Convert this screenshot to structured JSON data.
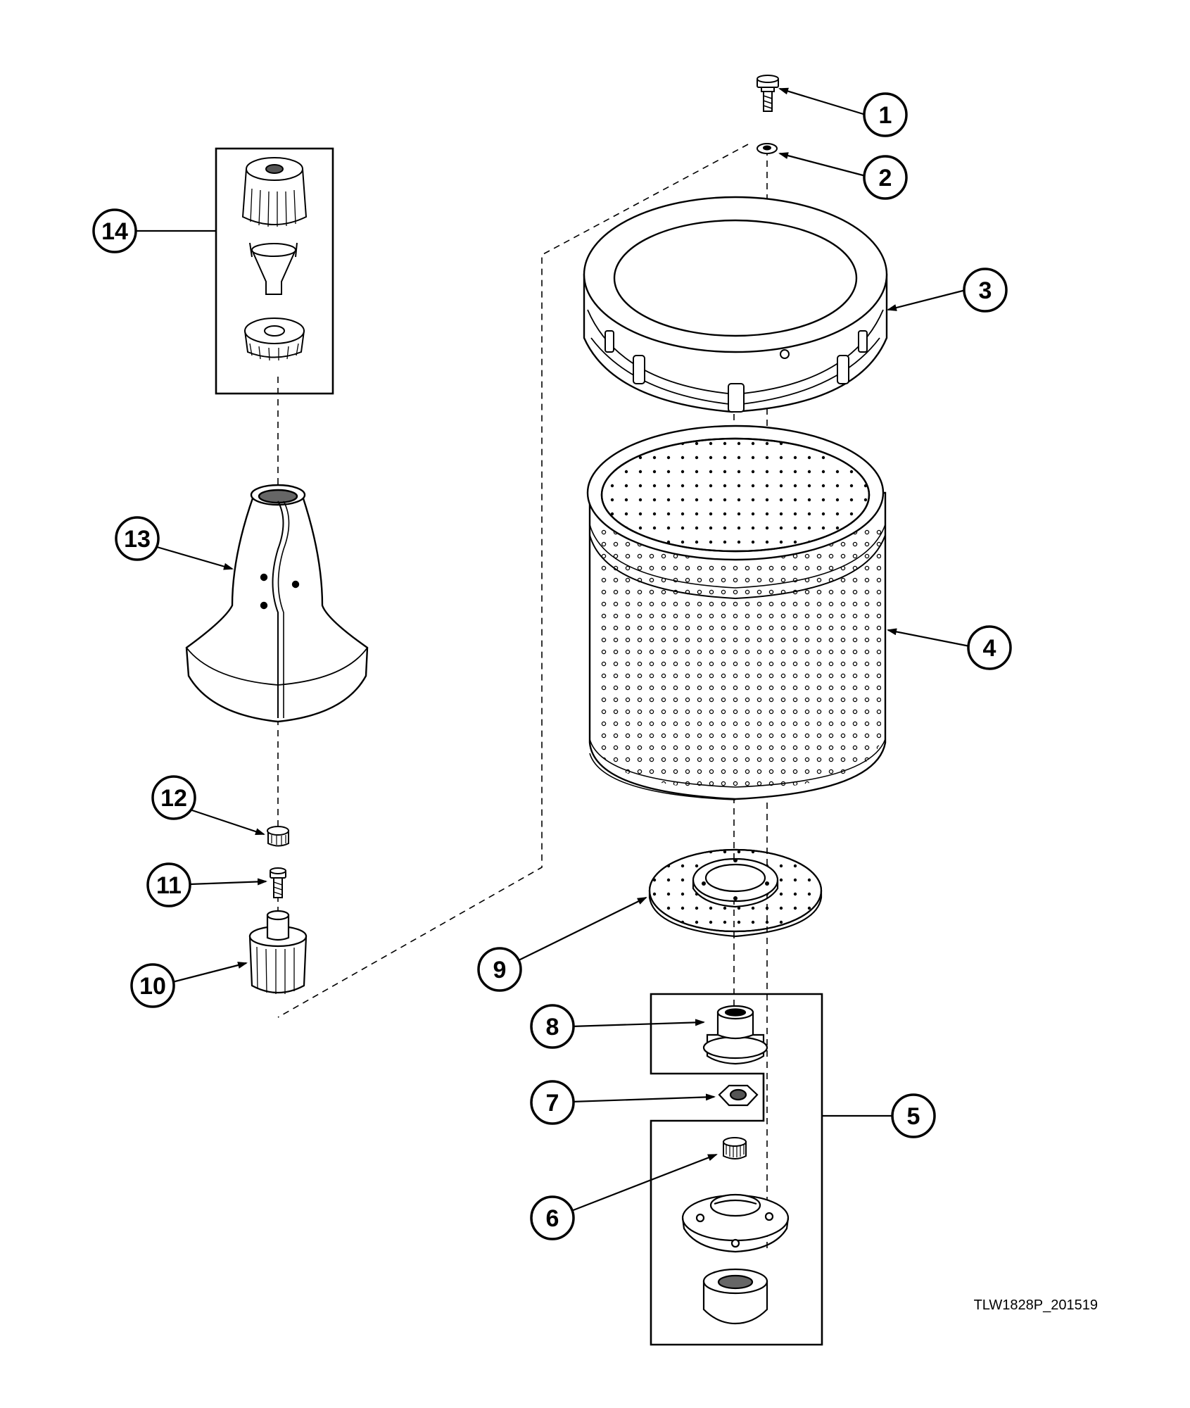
{
  "drawing_id": "TLW1828P_201519",
  "callouts": [
    {
      "id": "callout-1",
      "label": "1"
    },
    {
      "id": "callout-2",
      "label": "2"
    },
    {
      "id": "callout-3",
      "label": "3"
    },
    {
      "id": "callout-4",
      "label": "4"
    },
    {
      "id": "callout-5",
      "label": "5"
    },
    {
      "id": "callout-6",
      "label": "6"
    },
    {
      "id": "callout-7",
      "label": "7"
    },
    {
      "id": "callout-8",
      "label": "8"
    },
    {
      "id": "callout-9",
      "label": "9"
    },
    {
      "id": "callout-10",
      "label": "10"
    },
    {
      "id": "callout-11",
      "label": "11"
    },
    {
      "id": "callout-12",
      "label": "12"
    },
    {
      "id": "callout-13",
      "label": "13"
    },
    {
      "id": "callout-14",
      "label": "14"
    }
  ]
}
